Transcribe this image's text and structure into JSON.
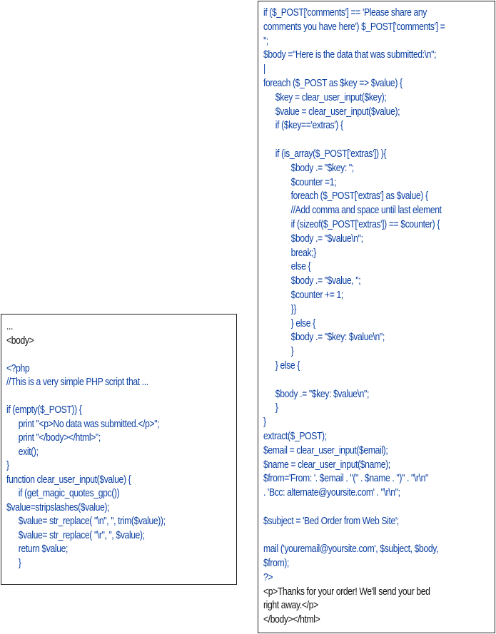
{
  "left_panel": {
    "lines": [
      {
        "text": "...",
        "indent": 0,
        "color": "black"
      },
      {
        "text": "<body>",
        "indent": 0,
        "color": "black"
      },
      {
        "text": "",
        "indent": 0,
        "color": "black"
      },
      {
        "text": "<?php",
        "indent": 0,
        "color": "blue"
      },
      {
        "text": "//This is a very simple PHP script that ...",
        "indent": 0,
        "color": "blue"
      },
      {
        "text": "",
        "indent": 0,
        "color": "blue"
      },
      {
        "text": "if (empty($_POST)) {",
        "indent": 0,
        "color": "blue"
      },
      {
        "text": "print \"<p>No data was submitted.</p>\";",
        "indent": 1,
        "color": "blue"
      },
      {
        "text": "print \"</body></html>\";",
        "indent": 1,
        "color": "blue"
      },
      {
        "text": "exit();",
        "indent": 1,
        "color": "blue"
      },
      {
        "text": "}",
        "indent": 0,
        "color": "blue"
      },
      {
        "text": "function clear_user_input($value) {",
        "indent": 0,
        "color": "blue"
      },
      {
        "text": "if (get_magic_quotes_gpc())",
        "indent": 1,
        "color": "blue"
      },
      {
        "text": "$value=stripslashes($value);",
        "indent": 0,
        "color": "blue"
      },
      {
        "text": "$value= str_replace( \"\\n\", '', trim($value));",
        "indent": 1,
        "color": "blue"
      },
      {
        "text": "$value= str_replace( \"\\r\", '', $value);",
        "indent": 1,
        "color": "blue"
      },
      {
        "text": "return $value;",
        "indent": 1,
        "color": "blue"
      },
      {
        "text": "}",
        "indent": 1,
        "color": "blue"
      }
    ]
  },
  "right_panel": {
    "lines": [
      {
        "text": "if ($_POST['comments'] == 'Please share any",
        "indent": 0,
        "color": "blue"
      },
      {
        "text": "comments you have here') $_POST['comments'] =",
        "indent": 0,
        "color": "blue"
      },
      {
        "text": "'';",
        "indent": 0,
        "color": "blue"
      },
      {
        "text": "$body =\"Here is the data that was submitted:\\n\";",
        "indent": 0,
        "color": "blue"
      },
      {
        "text": "|",
        "indent": 0,
        "color": "blue"
      },
      {
        "text": "foreach ($_POST as $key => $value) {",
        "indent": 0,
        "color": "blue"
      },
      {
        "text": "$key = clear_user_input($key);",
        "indent": 1,
        "color": "blue"
      },
      {
        "text": "$value = clear_user_input($value);",
        "indent": 1,
        "color": "blue"
      },
      {
        "text": "if ($key=='extras') {",
        "indent": 1,
        "color": "blue"
      },
      {
        "text": "",
        "indent": 0,
        "color": "blue"
      },
      {
        "text": "if (is_array($_POST['extras']) ){",
        "indent": 1,
        "color": "blue"
      },
      {
        "text": "$body .= \"$key: \";",
        "indent": 2,
        "color": "blue"
      },
      {
        "text": "$counter =1;",
        "indent": 2,
        "color": "blue"
      },
      {
        "text": "foreach ($_POST['extras'] as $value) {",
        "indent": 2,
        "color": "blue"
      },
      {
        "text": "//Add comma and space until last element",
        "indent": 2,
        "color": "blue"
      },
      {
        "text": "if (sizeof($_POST['extras']) == $counter) {",
        "indent": 2,
        "color": "blue"
      },
      {
        "text": "$body .= \"$value\\n\";",
        "indent": 2,
        "color": "blue"
      },
      {
        "text": "break;}",
        "indent": 2,
        "color": "blue"
      },
      {
        "text": "else {",
        "indent": 2,
        "color": "blue"
      },
      {
        "text": "$body .= \"$value, \";",
        "indent": 2,
        "color": "blue"
      },
      {
        "text": "$counter += 1;",
        "indent": 2,
        "color": "blue"
      },
      {
        "text": "}}",
        "indent": 2,
        "color": "blue"
      },
      {
        "text": "} else {",
        "indent": 2,
        "color": "blue"
      },
      {
        "text": "$body .= \"$key: $value\\n\";",
        "indent": 2,
        "color": "blue"
      },
      {
        "text": "}",
        "indent": 2,
        "color": "blue"
      },
      {
        "text": "} else {",
        "indent": 1,
        "color": "blue"
      },
      {
        "text": "",
        "indent": 0,
        "color": "blue"
      },
      {
        "text": "$body .= \"$key: $value\\n\";",
        "indent": 1,
        "color": "blue"
      },
      {
        "text": "}",
        "indent": 1,
        "color": "blue"
      },
      {
        "text": "}",
        "indent": 0,
        "color": "blue"
      },
      {
        "text": "extract($_POST);",
        "indent": 0,
        "color": "blue"
      },
      {
        "text": "$email = clear_user_input($email);",
        "indent": 0,
        "color": "blue"
      },
      {
        "text": "$name = clear_user_input($name);",
        "indent": 0,
        "color": "blue"
      },
      {
        "text": "$from='From: '. $email . \"(\" . $name . \")\" . \"\\r\\n\"",
        "indent": 0,
        "color": "blue"
      },
      {
        "text": ". 'Bcc: alternate@yoursite.com' . \"\\r\\n\";",
        "indent": 0,
        "color": "blue"
      },
      {
        "text": "",
        "indent": 0,
        "color": "blue"
      },
      {
        "text": "$subject = 'Bed Order from Web Site';",
        "indent": 0,
        "color": "blue"
      },
      {
        "text": "",
        "indent": 0,
        "color": "blue"
      },
      {
        "text": "mail ('youremail@yoursite.com', $subject, $body,",
        "indent": 0,
        "color": "blue"
      },
      {
        "text": "$from);",
        "indent": 0,
        "color": "blue"
      },
      {
        "text": "?>",
        "indent": 0,
        "color": "blue"
      },
      {
        "text": "<p>Thanks for your order! We'll send your bed",
        "indent": 0,
        "color": "black"
      },
      {
        "text": "right away.</p>",
        "indent": 0,
        "color": "black"
      },
      {
        "text": "</body></html>",
        "indent": 0,
        "color": "black"
      }
    ]
  },
  "colors": {
    "code_blue": "#0a3fa3",
    "code_black": "#111111",
    "border": "#222222",
    "background": "#ffffff"
  }
}
